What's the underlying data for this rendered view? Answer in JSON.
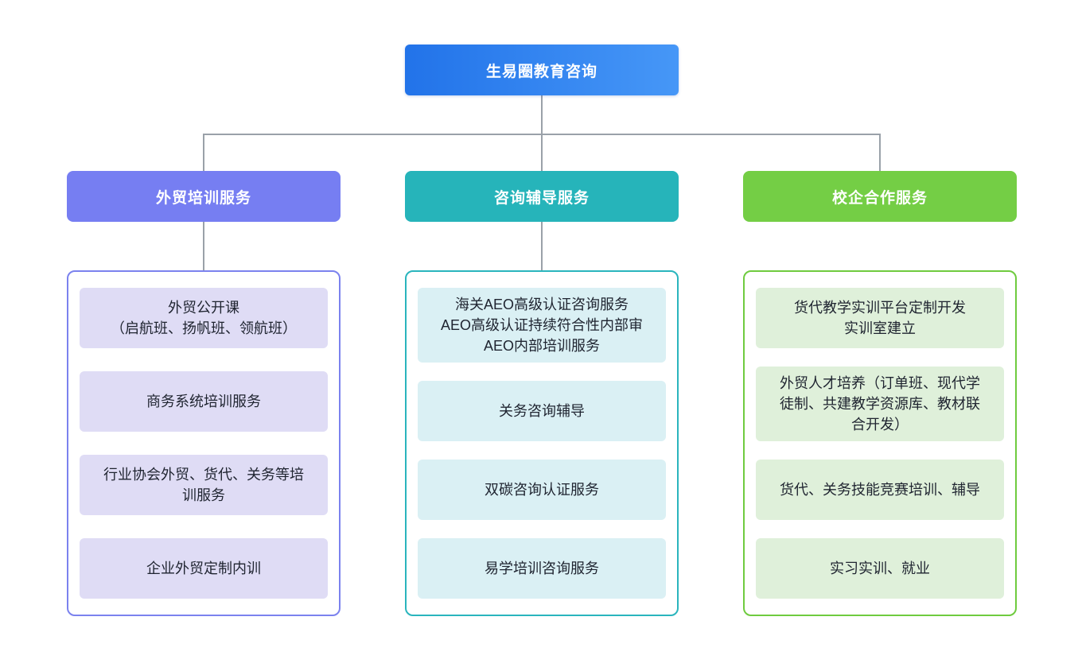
{
  "root": {
    "label": "生易圈教育咨询",
    "gradient_from": "#2273e9",
    "gradient_to": "#4697f7"
  },
  "connector_color": "#9aa1a9",
  "branches": [
    {
      "label": "外贸培训服务",
      "header_color": "#767ef2",
      "border_color": "#7b82ee",
      "item_bg": "#dfdcf5",
      "items": [
        "外贸公开课\n（启航班、扬帆班、领航班）",
        "商务系统培训服务",
        "行业协会外贸、货代、关务等培训服务",
        "企业外贸定制内训"
      ]
    },
    {
      "label": "咨询辅导服务",
      "header_color": "#26b4ba",
      "border_color": "#2ab5bd",
      "item_bg": "#daf0f4",
      "items": [
        "海关AEO高级认证咨询服务\nAEO高级认证持续符合性内部审\nAEO内部培训服务",
        "关务咨询辅导",
        "双碳咨询认证服务",
        "易学培训咨询服务"
      ]
    },
    {
      "label": "校企合作服务",
      "header_color": "#74ce45",
      "border_color": "#6fcb3f",
      "item_bg": "#dff0da",
      "items": [
        "货代教学实训平台定制开发\n实训室建立",
        "外贸人才培养（订单班、现代学徒制、共建教学资源库、教材联合开发）",
        "货代、关务技能竞赛培训、辅导",
        "实习实训、就业"
      ]
    }
  ]
}
